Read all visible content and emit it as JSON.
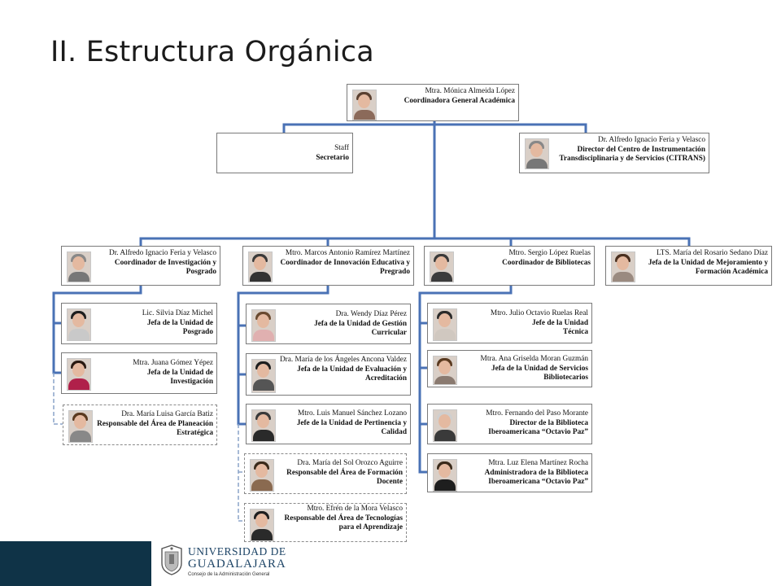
{
  "title": "II. Estructura Orgánica",
  "head": {
    "name": "Mtra. Mónica Almeida López",
    "role": "Coordinadora General Académica"
  },
  "staff": {
    "name": "Staff",
    "role": "Secretario"
  },
  "citrans": {
    "name": "Dr. Alfredo Ignacio Feria y Velasco",
    "role": "Director del Centro de Instrumentación Transdisciplinaria y de Servicios (CITRANS)"
  },
  "coord1": {
    "name": "Dr. Alfredo Ignacio Feria y Velasco",
    "role": "Coordinador de Investigación y Posgrado"
  },
  "coord2": {
    "name": "Mtro. Marcos Antonio Ramírez Martínez",
    "role": "Coordinador de Innovación Educativa y Pregrado"
  },
  "coord3": {
    "name": "Mtro. Sergio López Ruelas",
    "role": "Coordinador de Bibliotecas"
  },
  "coord4": {
    "name": "LTS. María del Rosario Sedano Díaz",
    "role": "Jefa de la Unidad de Mejoramiento y Formación Académica"
  },
  "c1a": {
    "name": "Lic. Silvia Díaz Michel",
    "role": "Jefa de la Unidad de Posgrado"
  },
  "c1b": {
    "name": "Mtra. Juana Gómez Yépez",
    "role": "Jefa de la Unidad de Investigación"
  },
  "c1c": {
    "name": "Dra. María Luisa García Batiz",
    "role": "Responsable del Área de Planeación Estratégica"
  },
  "c2a": {
    "name": "Dra. Wendy Díaz Pérez",
    "role": "Jefa de la Unidad de Gestión Curricular"
  },
  "c2b": {
    "name": "Dra. María de los Ángeles Ancona Valdez",
    "role": "Jefa de la Unidad de Evaluación y Acreditación"
  },
  "c2c": {
    "name": "Mtro. Luis Manuel Sánchez Lozano",
    "role": "Jefe de la Unidad de Pertinencia y Calidad"
  },
  "c2d": {
    "name": "Dra. María del Sol Orozco Aguirre",
    "role": "Responsable del Área de Formación Docente"
  },
  "c2e": {
    "name": "Mtro. Efrén de la Mora Velasco",
    "role": "Responsable del Área de Tecnologías para el Aprendizaje"
  },
  "c3a": {
    "name": "Mtro. Julio Octavio Ruelas Real",
    "role": "Jefe de la Unidad Técnica"
  },
  "c3b": {
    "name": "Mtra. Ana Griselda Moran Guzmán",
    "role": "Jefa de la Unidad de Servicios Bibliotecarios"
  },
  "c3c": {
    "name": "Mtro. Fernando del Paso Morante",
    "role": "Director de la Biblioteca Iberoamericana “Octavio Paz”"
  },
  "c3d": {
    "name": "Mtra. Luz Elena Martínez Rocha",
    "role": "Administradora de la Biblioteca Iberoamericana “Octavio Paz”"
  },
  "footer": {
    "uni_line1": "UNIVERSIDAD DE",
    "uni_line2": "GUADALAJARA",
    "uni_line3": "Consejo de la Administración General"
  },
  "colors": {
    "connector": "#4a72b5",
    "footer_bar": "#0f3347"
  }
}
